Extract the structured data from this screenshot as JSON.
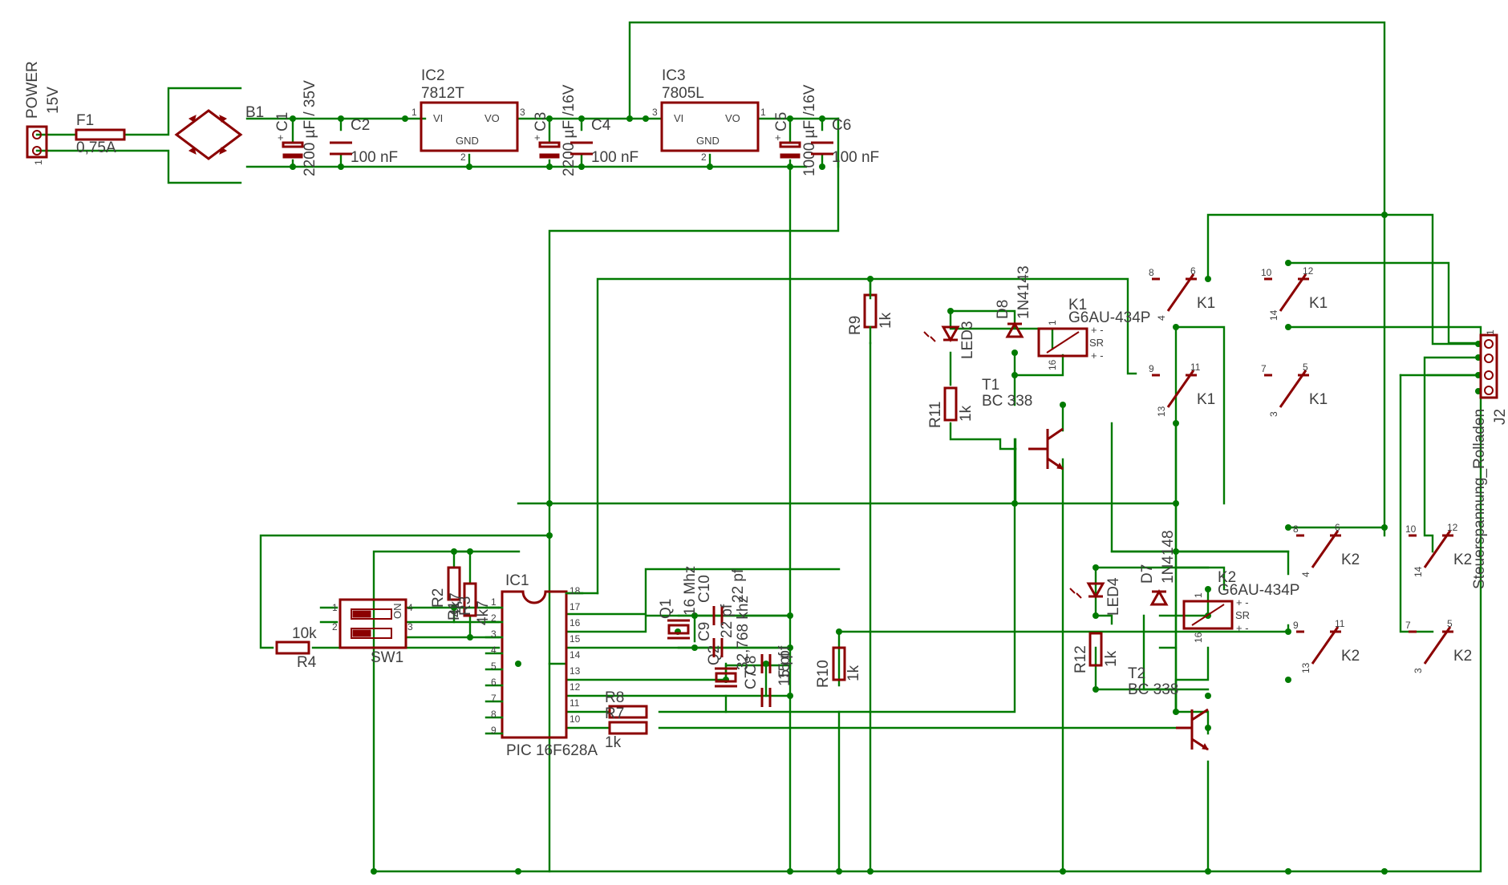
{
  "connector_power": {
    "name": "POWER",
    "value": "15V",
    "pin": "1"
  },
  "fuse": {
    "name": "F1",
    "value": "0,75A"
  },
  "bridge": {
    "name": "B1"
  },
  "c1": {
    "name": "C1",
    "value": "2200 µF / 35V"
  },
  "c2": {
    "name": "C2",
    "value": "100 nF"
  },
  "ic2": {
    "name": "IC2",
    "value": "7812T",
    "vi": "VI",
    "vo": "VO",
    "gnd": "GND",
    "p1": "1",
    "p2": "2",
    "p3": "3"
  },
  "c3": {
    "name": "C3",
    "value": "2200 µF /16V"
  },
  "c4": {
    "name": "C4",
    "value": "100 nF"
  },
  "ic3": {
    "name": "IC3",
    "value": "7805L",
    "vi": "VI",
    "vo": "VO",
    "gnd": "GND",
    "p1": "1",
    "p2": "2",
    "p3": "3"
  },
  "c5": {
    "name": "C5",
    "value": "1000 µF /16V"
  },
  "c6": {
    "name": "C6",
    "value": "100 nF"
  },
  "r9": {
    "name": "R9",
    "value": "1k"
  },
  "r10": {
    "name": "R10",
    "value": "1k"
  },
  "r11": {
    "name": "R11",
    "value": "1k"
  },
  "r12": {
    "name": "R12",
    "value": "1k"
  },
  "r4": {
    "name": "R4",
    "value": "10k"
  },
  "r1": {
    "name": "R1"
  },
  "r2": {
    "name": "R2",
    "value": "4k7"
  },
  "r3": {
    "name": "R3",
    "value": "4k7"
  },
  "r8": {
    "name": "R8"
  },
  "r7": {
    "name": "R7",
    "value": "1k"
  },
  "led3": {
    "name": "LED3"
  },
  "led4": {
    "name": "LED4"
  },
  "d8": {
    "name": "D8",
    "value": "1N4143"
  },
  "d7": {
    "name": "D7",
    "value": "1N4148"
  },
  "relay1": {
    "name": "K1",
    "value": "G6AU-434P",
    "sr": "SR",
    "pin1": "1",
    "pin16": "16"
  },
  "relay2": {
    "name": "K2",
    "value": "G6AU-434P",
    "sr": "SR",
    "pin1": "1",
    "pin16": "16"
  },
  "t1": {
    "name": "T1",
    "value": "BC 338"
  },
  "t2": {
    "name": "T2",
    "value": "BC 338"
  },
  "ic1": {
    "name": "IC1",
    "value": "PIC 16F628A"
  },
  "ic1_left_pins": [
    "1",
    "2",
    "3",
    "4",
    "5",
    "6",
    "7",
    "8",
    "9"
  ],
  "ic1_right_pins": [
    "18",
    "17",
    "16",
    "15",
    "14",
    "13",
    "12",
    "11",
    "10"
  ],
  "sw1": {
    "name": "SW1",
    "on": "ON",
    "p1": "1",
    "p2": "2",
    "p3": "3",
    "p4": "4"
  },
  "q1": {
    "name": "Q1",
    "value": "16 Mhz"
  },
  "q2": {
    "name": "Q2",
    "value": "32,768 khz"
  },
  "c7": {
    "name": "C7",
    "value": "15 pf"
  },
  "c8": {
    "name": "C8",
    "value": "15 pf"
  },
  "c9": {
    "name": "C9",
    "value": "22 pf"
  },
  "c10": {
    "name": "C10",
    "value": "22 pf"
  },
  "j2": {
    "name": "J2",
    "value": "Steuerspannung_Rolladen",
    "pin": "1"
  },
  "contacts": [
    {
      "label": "K1",
      "pins": [
        "8",
        "6",
        "4"
      ]
    },
    {
      "label": "K1",
      "pins": [
        "10",
        "12",
        "14"
      ]
    },
    {
      "label": "K1",
      "pins": [
        "9",
        "11",
        "13"
      ]
    },
    {
      "label": "K1",
      "pins": [
        "7",
        "5",
        "3"
      ]
    },
    {
      "label": "K2",
      "pins": [
        "8",
        "6",
        "4"
      ]
    },
    {
      "label": "K2",
      "pins": [
        "10",
        "12",
        "14"
      ]
    },
    {
      "label": "K2",
      "pins": [
        "9",
        "11",
        "13"
      ]
    },
    {
      "label": "K2",
      "pins": [
        "7",
        "5",
        "3"
      ]
    }
  ]
}
